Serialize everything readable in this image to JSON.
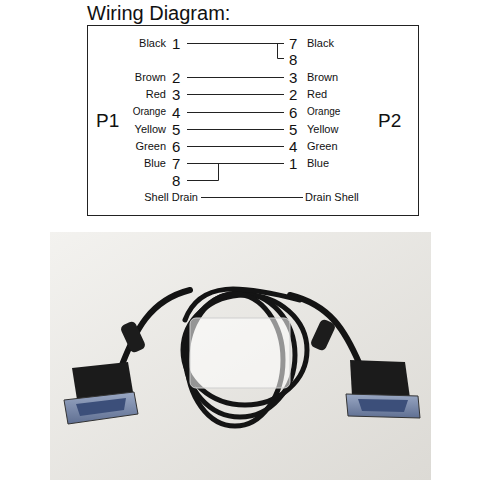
{
  "diagram": {
    "title": "Wiring Diagram:",
    "labels": [
      "Black",
      "1",
      "7",
      "Black",
      "8",
      "Brown",
      "2",
      "3",
      "Brown",
      "Red",
      "3",
      "2",
      "Red",
      "Orange",
      "4",
      "6",
      "Orange",
      "P1",
      "P2",
      "Yellow",
      "5",
      "5",
      "Yellow",
      "Green",
      "6",
      "4",
      "Green",
      "Blue",
      "7",
      "1",
      "Blue",
      "8",
      "Shell Drain",
      "Drain Shell"
    ]
  }
}
